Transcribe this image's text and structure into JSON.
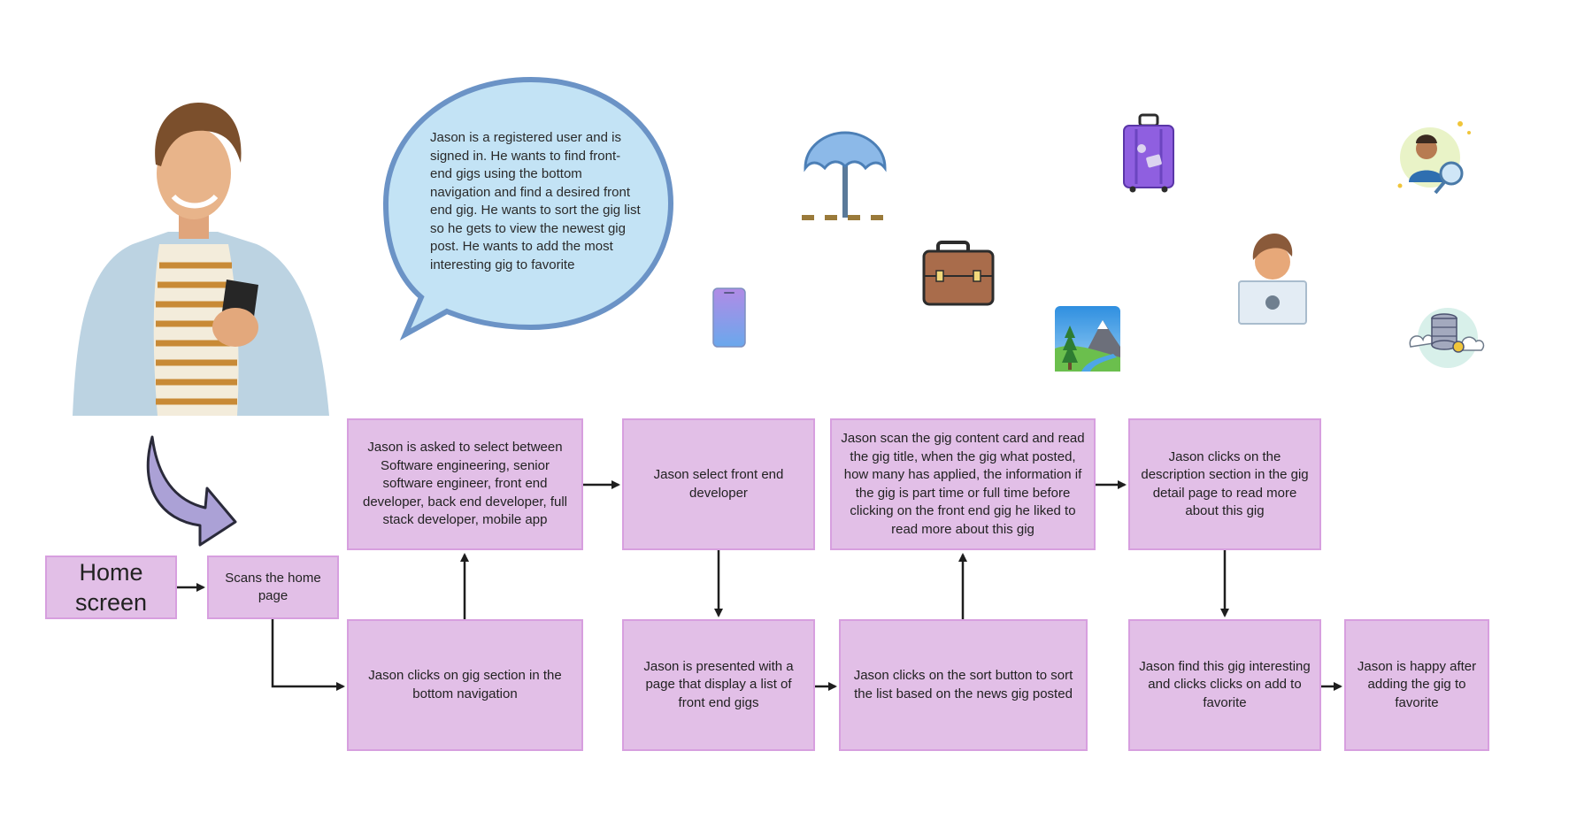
{
  "persona": {
    "icon": "smiling-man-with-phone",
    "speech": "Jason is a registered user and is signed in. He wants to find front-end gigs using the bottom navigation and find a desired front end gig. He wants to sort the gig list so he gets to view the newest gig post. He wants to add the most interesting gig to favorite"
  },
  "decorations": [
    "beach-umbrella-icon",
    "mobile-phone-icon",
    "briefcase-icon",
    "suitcase-icon",
    "landscape-photo-icon",
    "person-at-laptop-icon",
    "user-search-icon",
    "cloud-database-icon"
  ],
  "colors": {
    "node_fill": "#e2bfe7",
    "node_border": "#d79fdf",
    "bubble_fill": "#c3e3f5",
    "bubble_border": "#6b93c6",
    "arrow": "#1e1e1e"
  },
  "flow": {
    "nodes": [
      {
        "id": "home",
        "label": "Home screen"
      },
      {
        "id": "scan",
        "label": "Scans the home page"
      },
      {
        "id": "click_gig",
        "label": "Jason clicks on gig section in the bottom navigation"
      },
      {
        "id": "select_role",
        "label": "Jason is asked to select between Software engineering, senior software engineer, front end developer, back end developer, full stack developer, mobile app"
      },
      {
        "id": "select_fe",
        "label": "Jason select front end developer"
      },
      {
        "id": "presented",
        "label": "Jason is presented with a page that display a list of front end gigs"
      },
      {
        "id": "sort",
        "label": "Jason clicks on the sort button to sort the list based on the news gig posted"
      },
      {
        "id": "scan_card",
        "label": "Jason scan the gig content card and read the gig title, when the gig what posted, how many has applied, the information if the gig is part time or full time before clicking on the front end gig he liked to read more about this gig"
      },
      {
        "id": "click_desc",
        "label": "Jason clicks on the description section in the gig detail page to read more about this gig"
      },
      {
        "id": "find_interesting",
        "label": "Jason find this gig interesting and clicks clicks on add to favorite"
      },
      {
        "id": "happy",
        "label": "Jason is happy after adding the gig to favorite"
      }
    ],
    "edges": [
      [
        "home",
        "scan"
      ],
      [
        "scan",
        "click_gig"
      ],
      [
        "click_gig",
        "select_role"
      ],
      [
        "select_role",
        "select_fe"
      ],
      [
        "select_fe",
        "presented"
      ],
      [
        "presented",
        "sort"
      ],
      [
        "sort",
        "scan_card"
      ],
      [
        "scan_card",
        "click_desc"
      ],
      [
        "click_desc",
        "find_interesting"
      ],
      [
        "find_interesting",
        "happy"
      ]
    ]
  }
}
